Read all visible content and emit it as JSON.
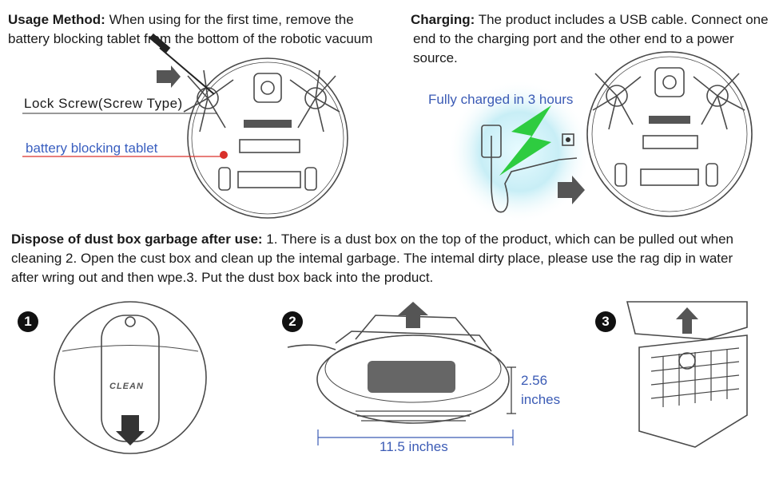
{
  "usage": {
    "heading": "Usage Method:",
    "text_line1": "When using for the first time, remove the",
    "text_line2": "battery blocking tablet from the bottom of the robotic vacuum",
    "lock_screw_label": "Lock Screw(Screw Type)",
    "battery_label": "battery blocking tablet"
  },
  "charging": {
    "heading": "Charging:",
    "text_line1": "The product includes a USB cable. Connect one",
    "text_line2": "end to the charging port and the other end to a power",
    "text_line3": "source.",
    "fully_charged": "Fully charged in 3 hours"
  },
  "dispose": {
    "heading": "Dispose of dust box garbage after use:",
    "text_line1": "1. There is a dust box on the top of the product, which can be pulled out when",
    "text_line2": "cleaning  2. Open the cust box and clean up the intemal garbage. The intemal dirty place, please use the rag dip in water",
    "text_line3": "after wring out and then wpe.3. Put the dust box back into the product."
  },
  "steps": {
    "step1": "1",
    "step2": "2",
    "step3": "3",
    "brand": "CLEAN",
    "height_value": "2.56",
    "height_unit": "inches",
    "width_label": "11.5 inches"
  },
  "colors": {
    "accent_blue": "#3b5bb5",
    "charge_green": "#2ecc40",
    "battery_red": "#d9302a"
  }
}
